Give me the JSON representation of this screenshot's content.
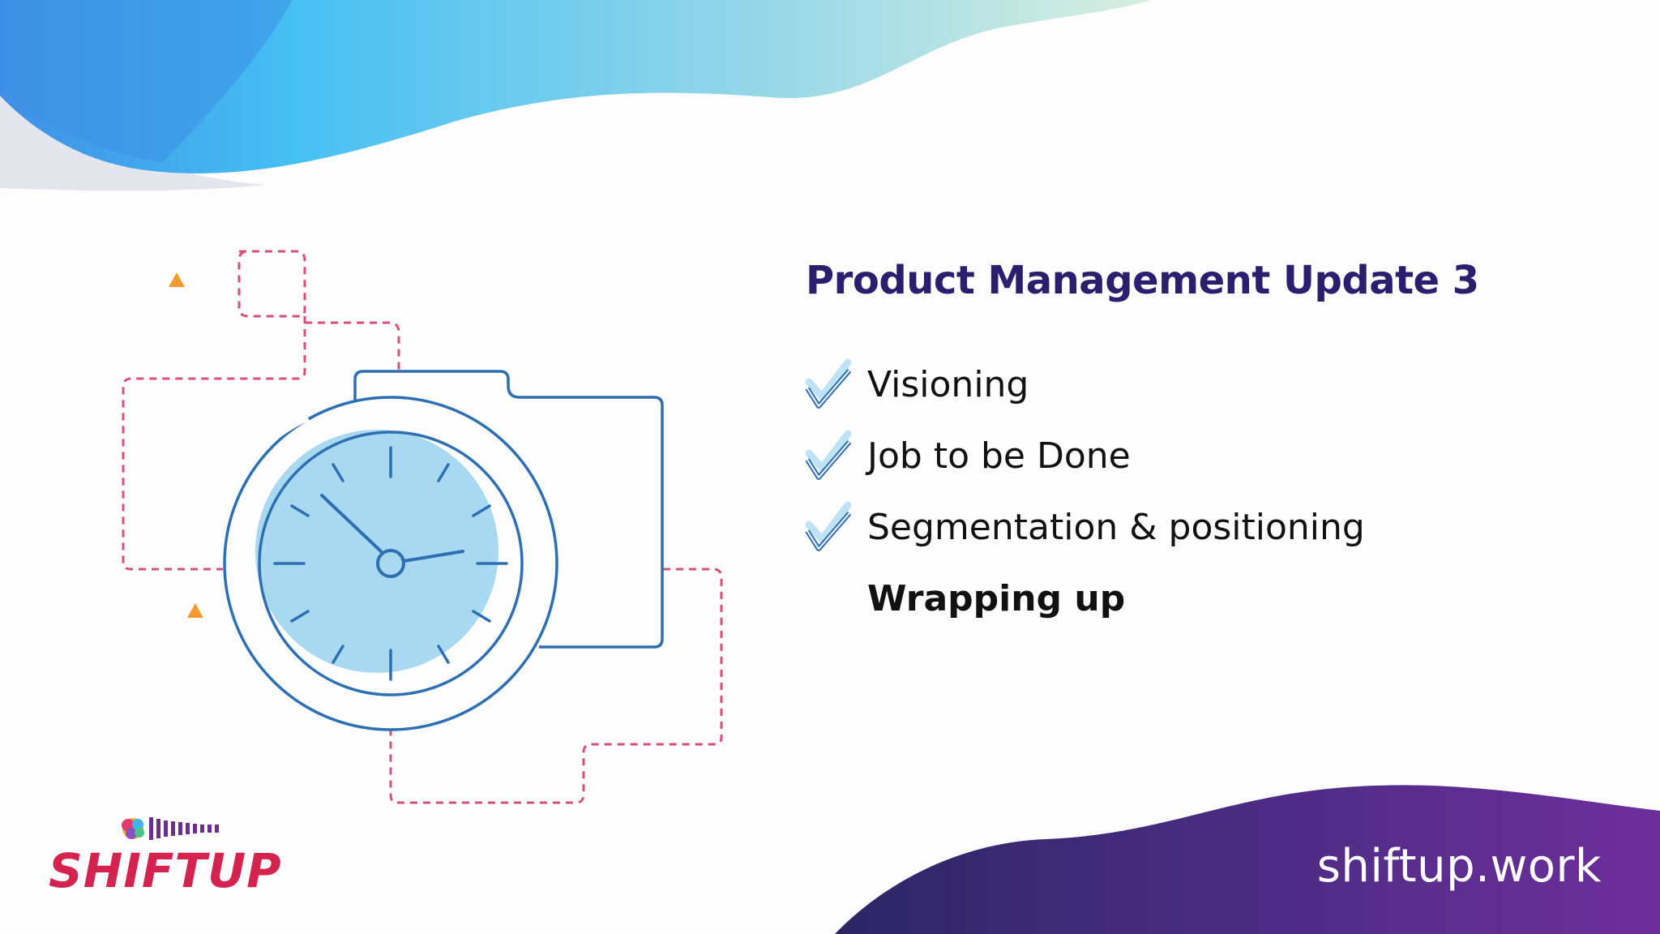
{
  "slide": {
    "title": "Product Management Update 3",
    "agenda": [
      {
        "label": "Visioning",
        "status": "done"
      },
      {
        "label": "Job to be Done",
        "status": "done"
      },
      {
        "label": "Segmentation & positioning",
        "status": "done"
      },
      {
        "label": "Wrapping up",
        "status": "current"
      }
    ]
  },
  "branding": {
    "logo_text": "SHIFTUP",
    "website": "shiftup.work"
  },
  "icons": {
    "check": "check-double-icon",
    "illustration": "stopwatch-illustration"
  },
  "colors": {
    "title": "#2a1f6e",
    "top_wave_start": "#3f8fe6",
    "top_wave_end": "#c9e9e0",
    "bottom_wave_start": "#2e2a6b",
    "bottom_wave_end": "#6b2f98",
    "logo": "#d4234f",
    "illustration_line": "#2d6fb3",
    "illustration_fill": "#a9d9f0",
    "dash_path": "#d94f7a",
    "triangle": "#f29a2e"
  }
}
